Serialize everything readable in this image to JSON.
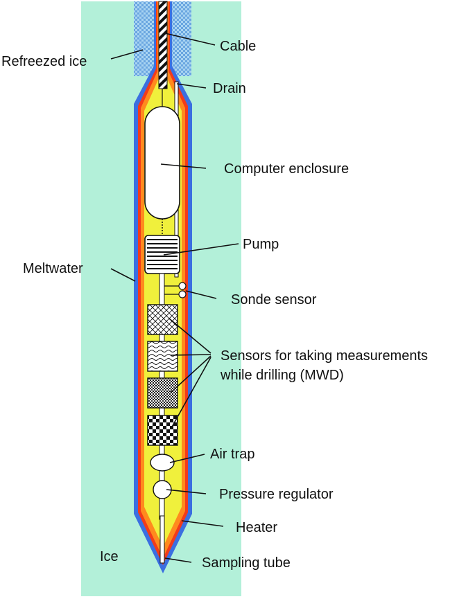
{
  "labels": {
    "refreezed_ice": "Refreezed ice",
    "cable": "Cable",
    "drain": "Drain",
    "computer_enclosure": "Computer enclosure",
    "pump": "Pump",
    "meltwater": "Meltwater",
    "sonde_sensor": "Sonde sensor",
    "mwd_line1": "Sensors for taking measurements",
    "mwd_line2": "while drilling (MWD)",
    "air_trap": "Air trap",
    "pressure_regulator": "Pressure regulator",
    "heater": "Heater",
    "ice": "Ice",
    "sampling_tube": "Sampling tube"
  },
  "colors": {
    "ice": "#b3f0d9",
    "refreezed_ice": "#7fb8e8",
    "outer_shell": "#3b6fe0",
    "heater": "#f23b1a",
    "body": "#f0f03c",
    "component_fill": "#ffffff",
    "outline": "#111111"
  }
}
